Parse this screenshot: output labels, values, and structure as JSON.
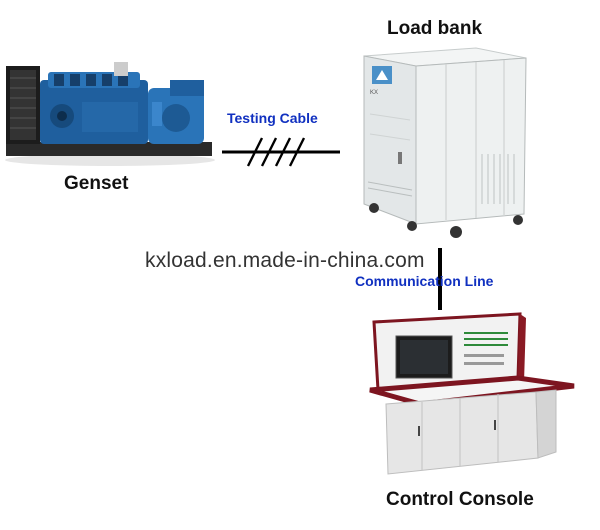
{
  "labels": {
    "genset": "Genset",
    "load_bank": "Load bank",
    "control_console": "Control Console",
    "testing_cable": "Testing Cable",
    "communication_line": "Communication Line"
  },
  "watermark": "kxload.en.made-in-china.com",
  "colors": {
    "label_blue": "#1030c0",
    "genset_blue": "#1f5f9e",
    "console_red": "#8a1a24",
    "cabinet_gray": "#e8ecec"
  },
  "icons": {
    "genset": "diesel-generator-icon",
    "load_bank": "load-bank-cabinet-icon",
    "control_console": "control-console-icon"
  }
}
